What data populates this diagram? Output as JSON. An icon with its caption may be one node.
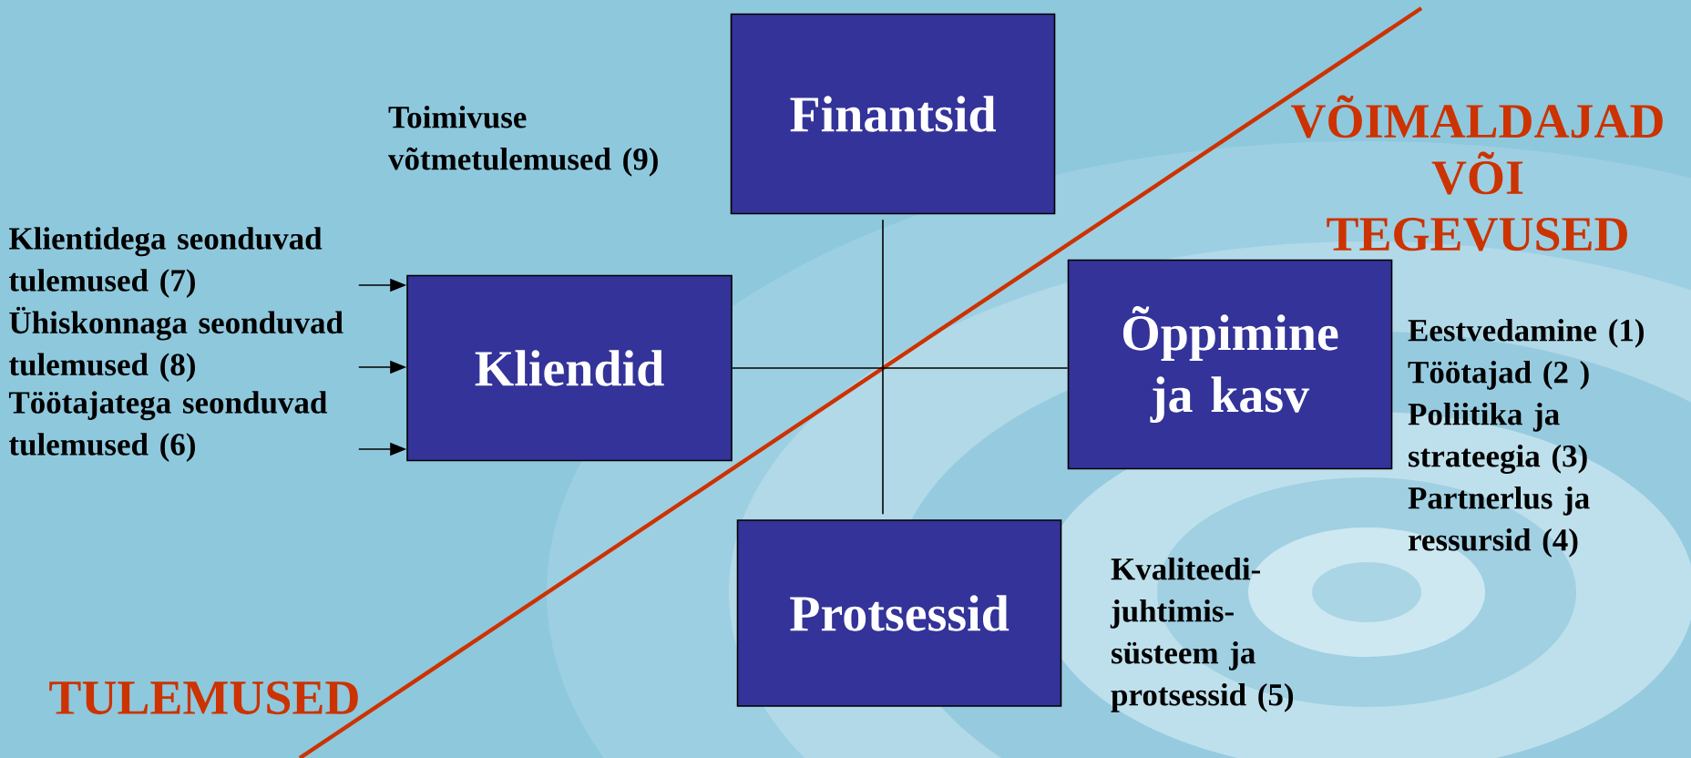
{
  "diagram": {
    "nodes": [
      {
        "text": [
          "Finantsid"
        ],
        "beside": [
          "Toimivuse võtmetulemused (9)"
        ]
      },
      {
        "text": [
          "Klientidega seonduvad tulemused (7)"
        ]
      },
      {
        "text": [
          "Ühiskonnaga seonduvad tulemused (8)"
        ]
      },
      {
        "text": [
          "Töötajatega seonduvad tulemused (6)"
        ]
      },
      {
        "text": [
          "Kliendid"
        ]
      },
      {
        "text": [
          "Õppimine ja kasv"
        ],
        "beside": [
          "Eestvedamine (1)",
          "Töötajad (2 )",
          "Poliitika ja strateegia (3)",
          "Partnerlus ja ressursid (4)"
        ]
      },
      {
        "text": [
          "Protsessid"
        ],
        "beside": [
          "Kvaliteedi-juhtimis-süsteem ja protsessid (5)"
        ]
      }
    ],
    "edges": [
      {
        "from": 1,
        "to": 4,
        "arrow": "to"
      },
      {
        "from": 2,
        "to": 4,
        "arrow": "to"
      },
      {
        "from": 3,
        "to": 4,
        "arrow": "to"
      },
      {
        "from": 0,
        "to": 6,
        "arrow": "none"
      },
      {
        "from": 4,
        "to": 5,
        "arrow": "none"
      }
    ],
    "labels": [
      "VÕIMALDAJAD VÕI TEGEVUSED",
      "TULEMUSED"
    ]
  }
}
